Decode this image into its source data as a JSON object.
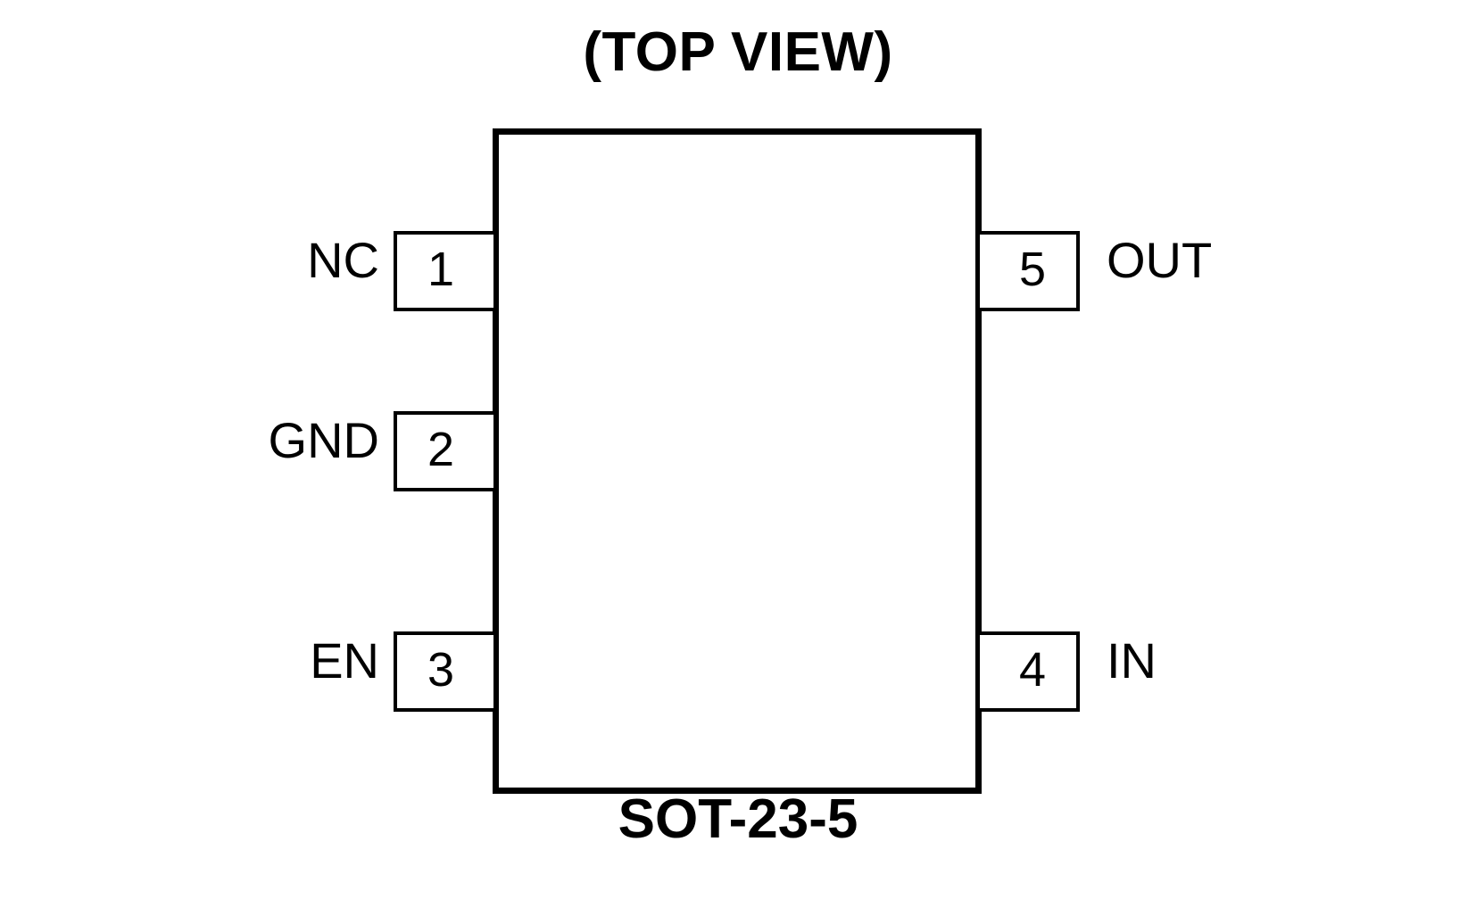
{
  "diagram": {
    "title": "(TOP VIEW)",
    "package_caption": "SOT-23-5",
    "body_color": "#ffffff",
    "line_color": "#000000",
    "background_color": "#ffffff",
    "pins": {
      "left": [
        {
          "number": "1",
          "signal": "NC"
        },
        {
          "number": "2",
          "signal": "GND"
        },
        {
          "number": "3",
          "signal": "EN"
        }
      ],
      "right": [
        {
          "number": "5",
          "signal": "OUT"
        },
        {
          "number": "4",
          "signal": "IN"
        }
      ]
    }
  }
}
